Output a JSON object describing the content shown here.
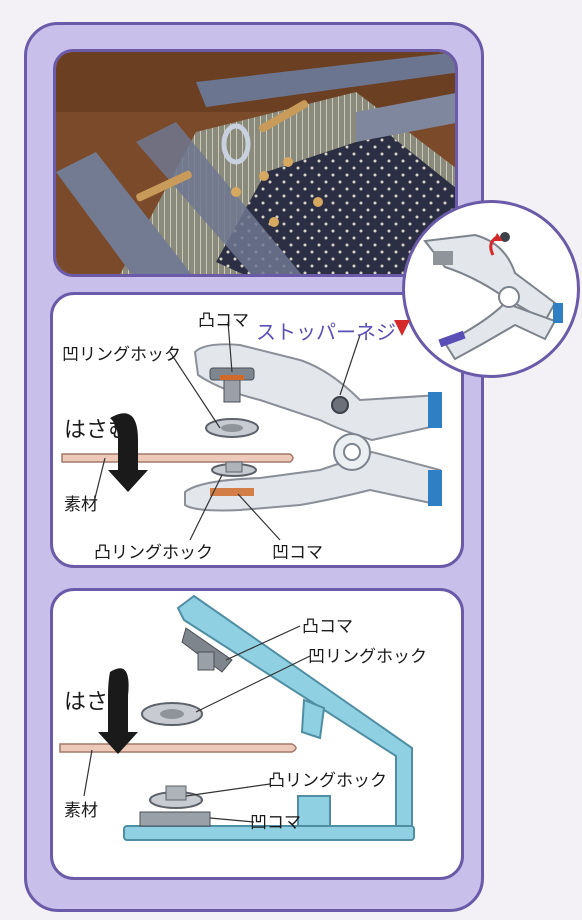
{
  "labels": {
    "top": {
      "male_piece": "凸コマ",
      "stopper_screw": "ストッパーネジ",
      "female_ring_hook": "凹リングホック",
      "pinch": "はさむ",
      "material": "素材",
      "male_ring_hook": "凸リングホック",
      "female_piece": "凹コマ"
    },
    "bottom": {
      "male_piece": "凸コマ",
      "female_ring_hook": "凹リングホック",
      "pinch": "はさむ",
      "material": "素材",
      "male_ring_hook": "凸リングホック",
      "female_piece": "凹コマ"
    }
  },
  "colors": {
    "frame": "#c9bfeb",
    "frame_border": "#6a5aa8",
    "tool_blue": "#8fd0e3",
    "accent_red": "#d62a2a",
    "grip_blue": "#2f7fc4"
  },
  "icons": {
    "stopper_marker": "red-triangle-icon",
    "rotate_marker": "red-curved-arrow-icon"
  }
}
